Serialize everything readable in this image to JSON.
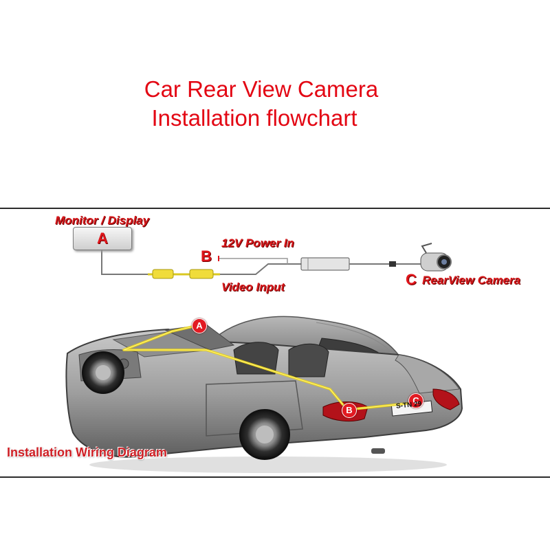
{
  "page": {
    "title_line_1": "Car Rear View Camera",
    "title_line_2": "Installation flowchart"
  },
  "diagram": {
    "monitor_label": "Monitor / Display",
    "monitor_letter": "A",
    "power_letter": "B",
    "power_label": "12V Power In",
    "video_label": "Video Input",
    "camera_letter": "C",
    "camera_label": "RearView Camera",
    "car_markers": [
      "A",
      "B",
      "C"
    ],
    "plate_text": "S-TN 29",
    "bottom_title": "Installation Wiring Diagram"
  },
  "colors": {
    "title_red": "#e30613",
    "label_red": "#d7191c",
    "wire_yellow": "#e8d21a",
    "badge_red": "#e21a22"
  }
}
